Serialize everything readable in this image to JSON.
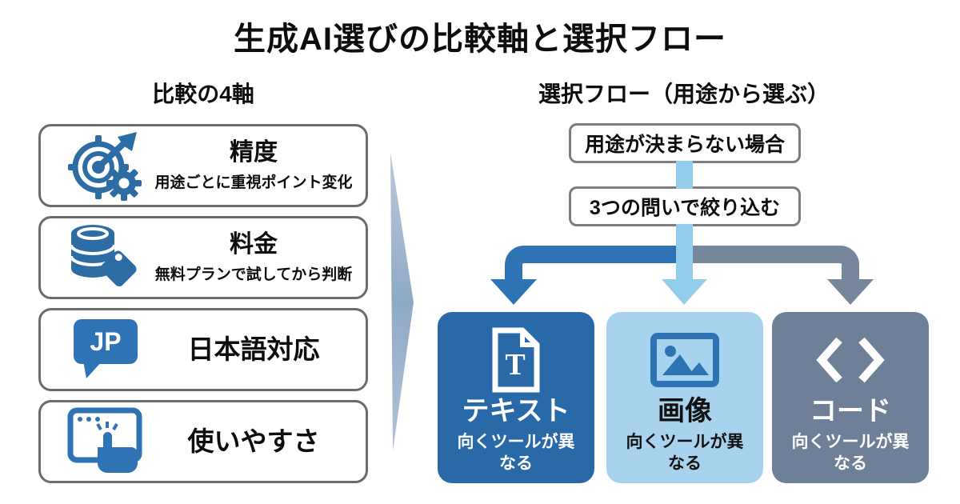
{
  "title": "生成AI選びの比較軸と選択フロー",
  "colors": {
    "icon_blue": "#2e6da4",
    "branch_blue": "#2e74b5",
    "branch_gray": "#76879c",
    "light_blue": "#94ccec",
    "text_card_bg": "#2a69a8",
    "image_card_bg": "#a8d3ef",
    "code_card_bg": "#6e8098"
  },
  "left_panel": {
    "heading": "比較の4軸",
    "items": [
      {
        "icon": "target-arrow-gear-icon",
        "title": "精度",
        "subtitle": "用途ごとに重視ポイント変化"
      },
      {
        "icon": "coin-stack-price-tag-icon",
        "title": "料金",
        "subtitle": "無料プランで試してから判断"
      },
      {
        "icon": "jp-speech-bubble-icon",
        "icon_text": "JP",
        "title": "日本語対応"
      },
      {
        "icon": "click-window-icon",
        "title": "使いやすさ"
      }
    ]
  },
  "right_panel": {
    "heading": "選択フロー（用途から選ぶ）",
    "steps": [
      {
        "label": "用途が決まらない場合"
      },
      {
        "label": "3つの問いで絞り込む"
      }
    ],
    "outcomes": [
      {
        "icon": "text-document-icon",
        "icon_text": "T",
        "title": "テキスト",
        "subtitle": "向くツールが異なる"
      },
      {
        "icon": "image-icon",
        "title": "画像",
        "subtitle": "向くツールが異なる"
      },
      {
        "icon": "code-icon",
        "title": "コード",
        "subtitle": "向くツールが異なる"
      }
    ]
  }
}
